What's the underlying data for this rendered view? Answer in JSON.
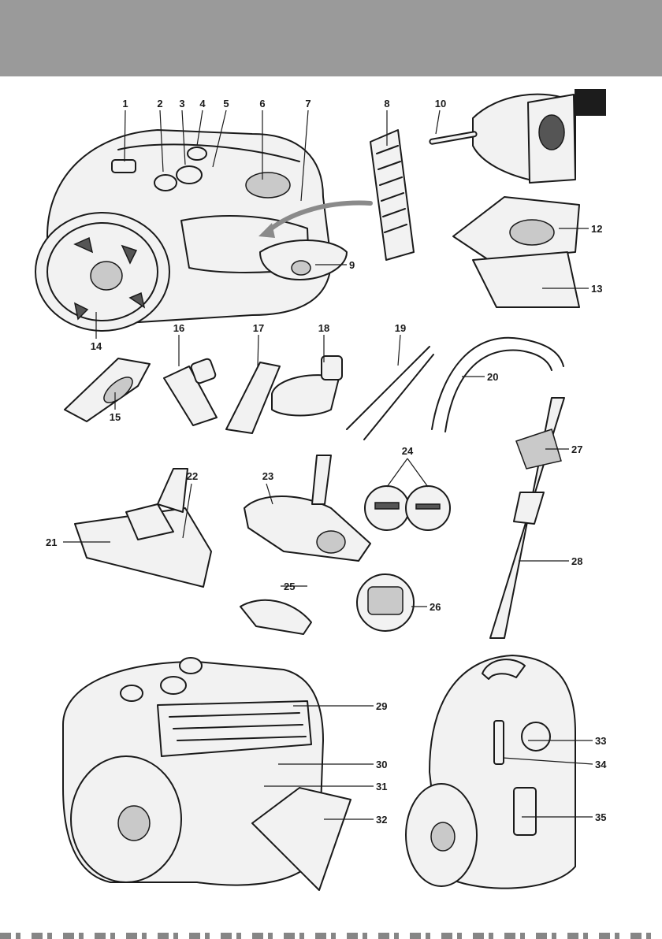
{
  "callouts": [
    {
      "id": "1"
    },
    {
      "id": "2"
    },
    {
      "id": "3"
    },
    {
      "id": "4"
    },
    {
      "id": "5"
    },
    {
      "id": "6"
    },
    {
      "id": "7"
    },
    {
      "id": "8"
    },
    {
      "id": "9"
    },
    {
      "id": "10"
    },
    {
      "id": "12"
    },
    {
      "id": "13"
    },
    {
      "id": "14"
    },
    {
      "id": "15"
    },
    {
      "id": "16"
    },
    {
      "id": "17"
    },
    {
      "id": "18"
    },
    {
      "id": "19"
    },
    {
      "id": "20"
    },
    {
      "id": "21"
    },
    {
      "id": "22"
    },
    {
      "id": "23"
    },
    {
      "id": "24"
    },
    {
      "id": "25"
    },
    {
      "id": "26"
    },
    {
      "id": "27"
    },
    {
      "id": "28"
    },
    {
      "id": "29"
    },
    {
      "id": "30"
    },
    {
      "id": "31"
    },
    {
      "id": "32"
    },
    {
      "id": "33"
    },
    {
      "id": "34"
    },
    {
      "id": "35"
    }
  ],
  "colors": {
    "header_band": "#9a9a9a",
    "page_marker": "#1c1c1c",
    "line": "#1a1a1a",
    "highlight_arrow": "#8a8a8a"
  }
}
